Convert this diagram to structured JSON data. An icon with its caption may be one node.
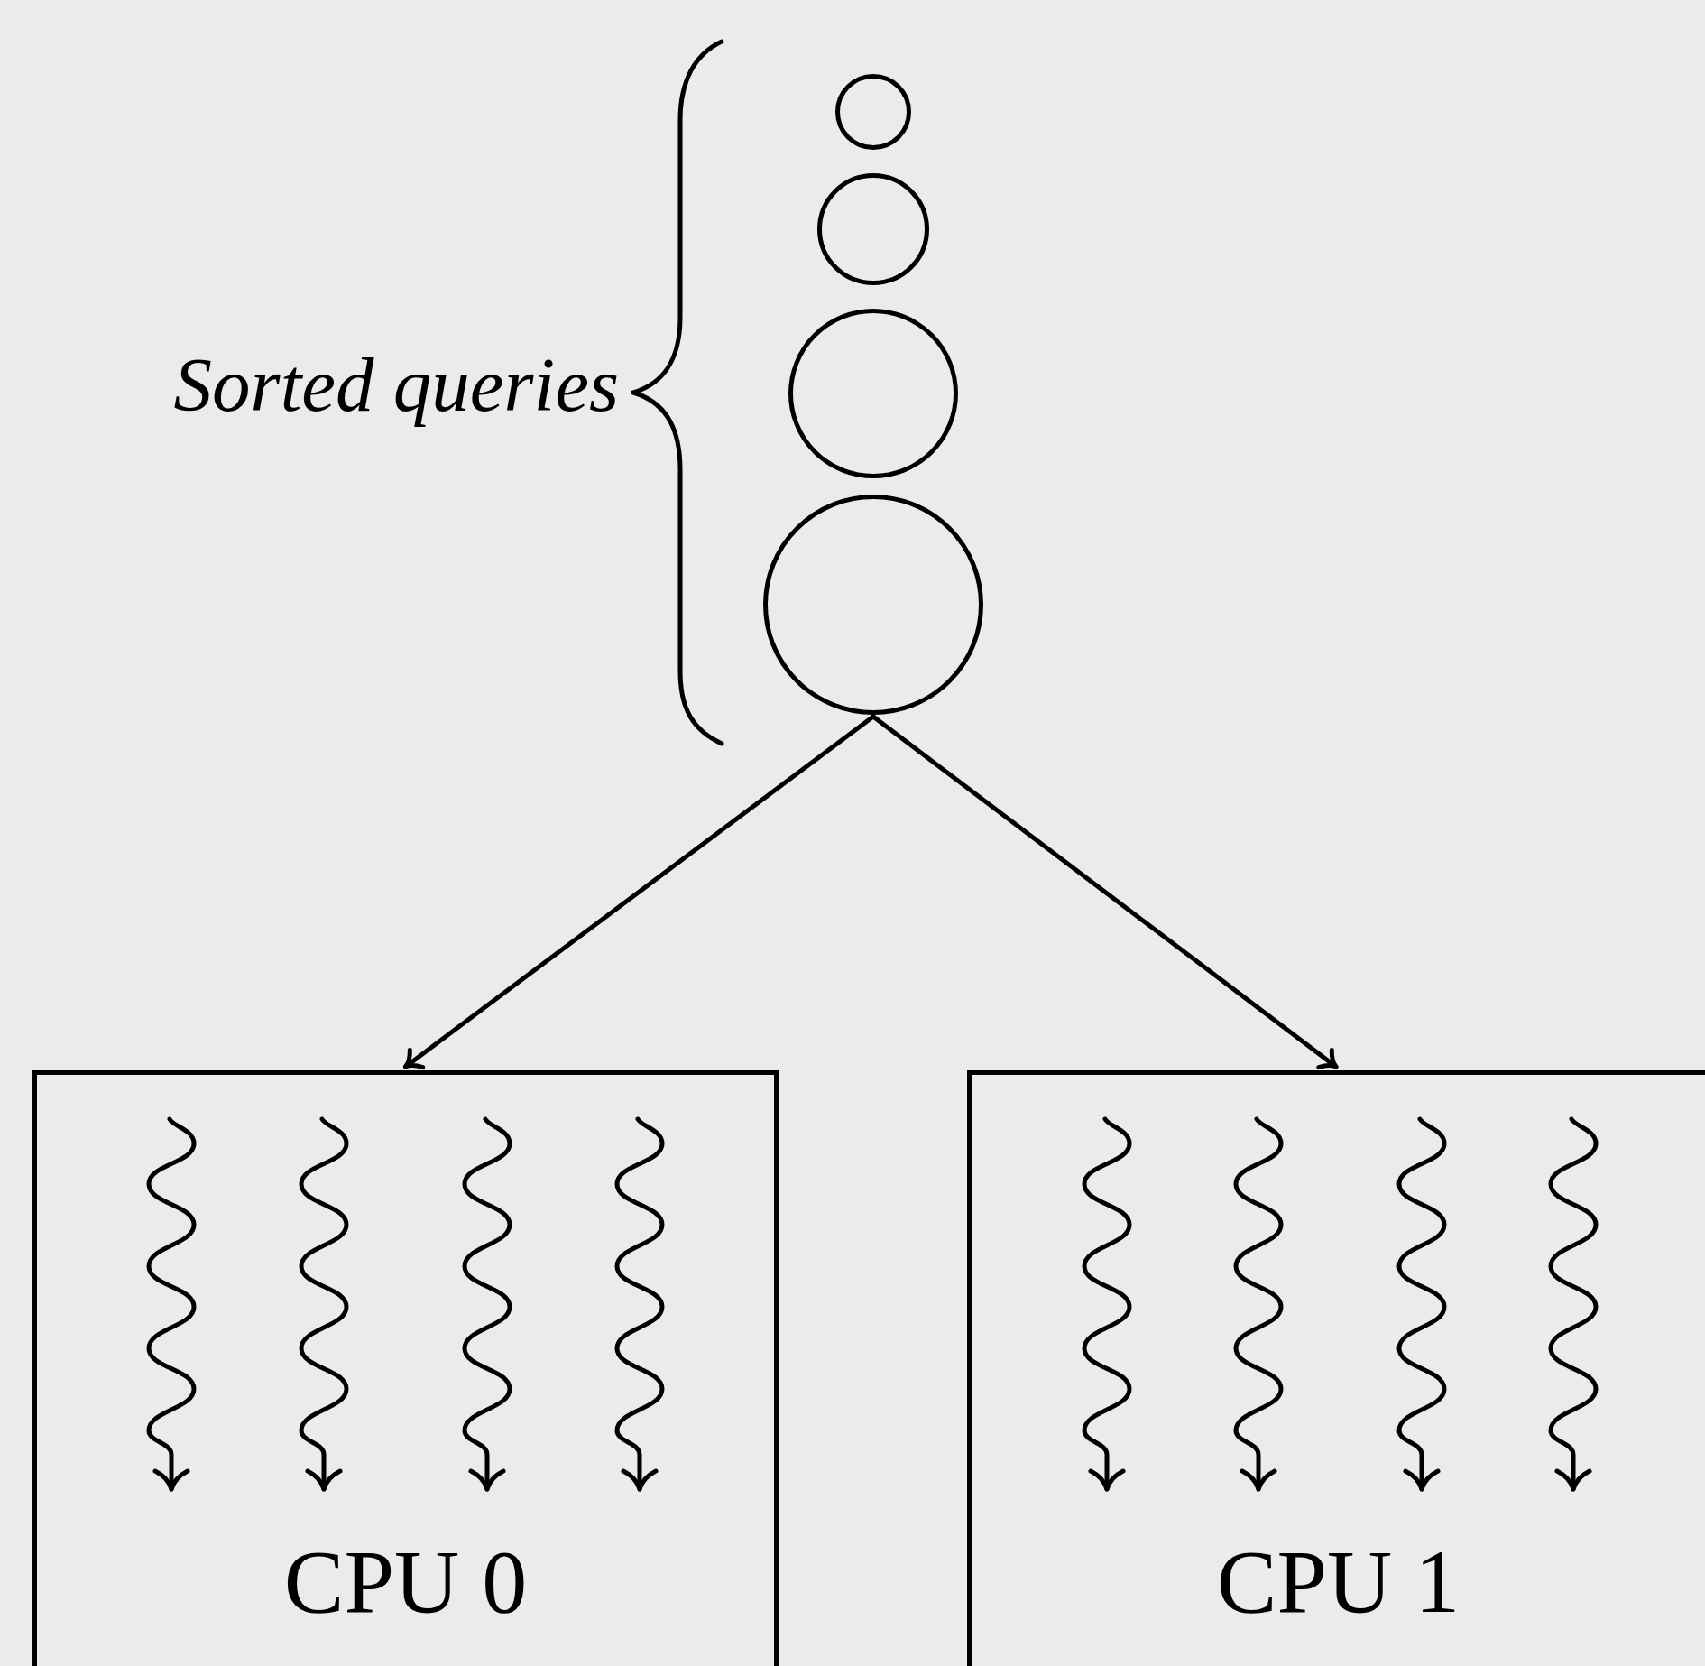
{
  "diagram": {
    "nodes": [
      {
        "text": [],
        "shape": "circle"
      },
      {
        "text": [],
        "shape": "circle"
      },
      {
        "text": [],
        "shape": "circle"
      },
      {
        "text": [],
        "shape": "circle"
      },
      {
        "text": [
          "CPU 0"
        ]
      },
      {
        "text": [
          "CPU 1"
        ]
      }
    ],
    "edges": [
      {
        "from": 3,
        "to": 4,
        "arrow": "to"
      },
      {
        "from": 3,
        "to": 5,
        "arrow": "to"
      }
    ],
    "labels": [
      "Sorted queries"
    ]
  }
}
